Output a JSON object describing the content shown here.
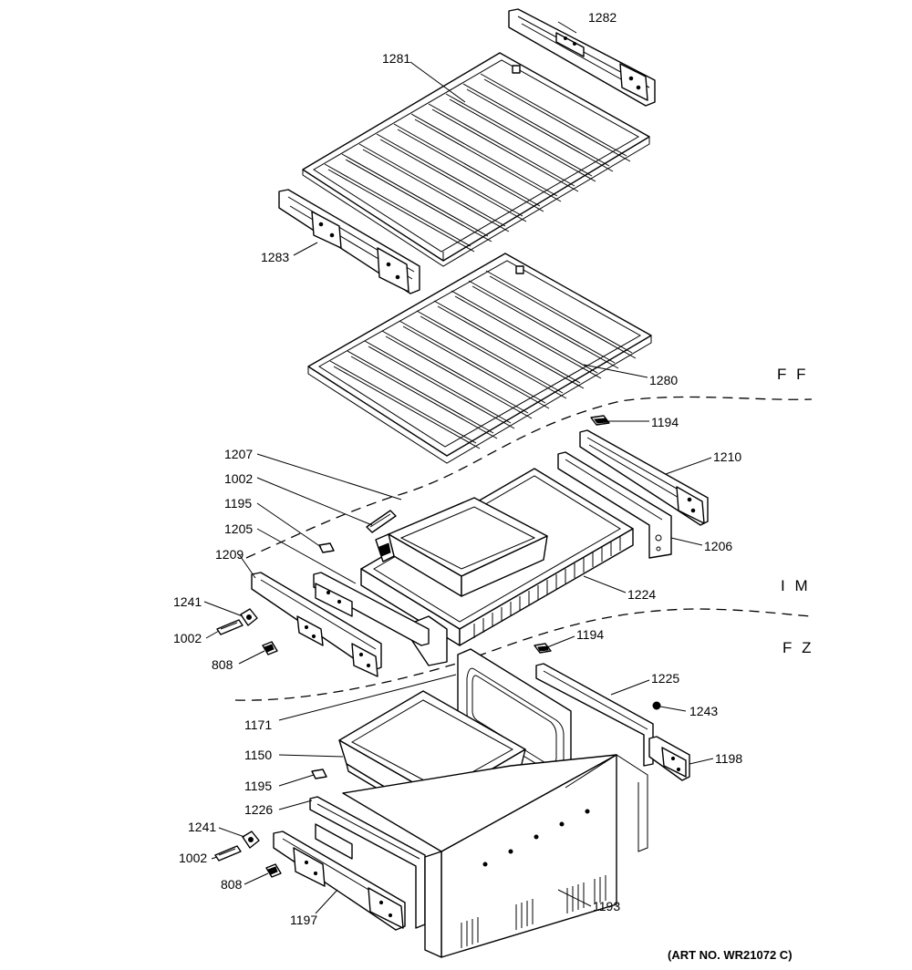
{
  "zones": {
    "ff": "F F",
    "im": "I M",
    "fz": "F Z"
  },
  "art_number": "(ART NO. WR21072 C)",
  "parts": {
    "p1282": "1282",
    "p1281": "1281",
    "p1283": "1283",
    "p1280": "1280",
    "p1194a": "1194",
    "p1207": "1207",
    "p1210": "1210",
    "p1002a": "1002",
    "p1195a": "1195",
    "p1205": "1205",
    "p1206": "1206",
    "p1209": "1209",
    "p1224": "1224",
    "p1241a": "1241",
    "p1002b": "1002",
    "p808a": "808",
    "p1194b": "1194",
    "p1225": "1225",
    "p1243": "1243",
    "p1171": "1171",
    "p1150": "1150",
    "p1198": "1198",
    "p1195b": "1195",
    "p1226": "1226",
    "p1241b": "1241",
    "p1002c": "1002",
    "p808b": "808",
    "p1197": "1197",
    "p1193": "1193"
  }
}
